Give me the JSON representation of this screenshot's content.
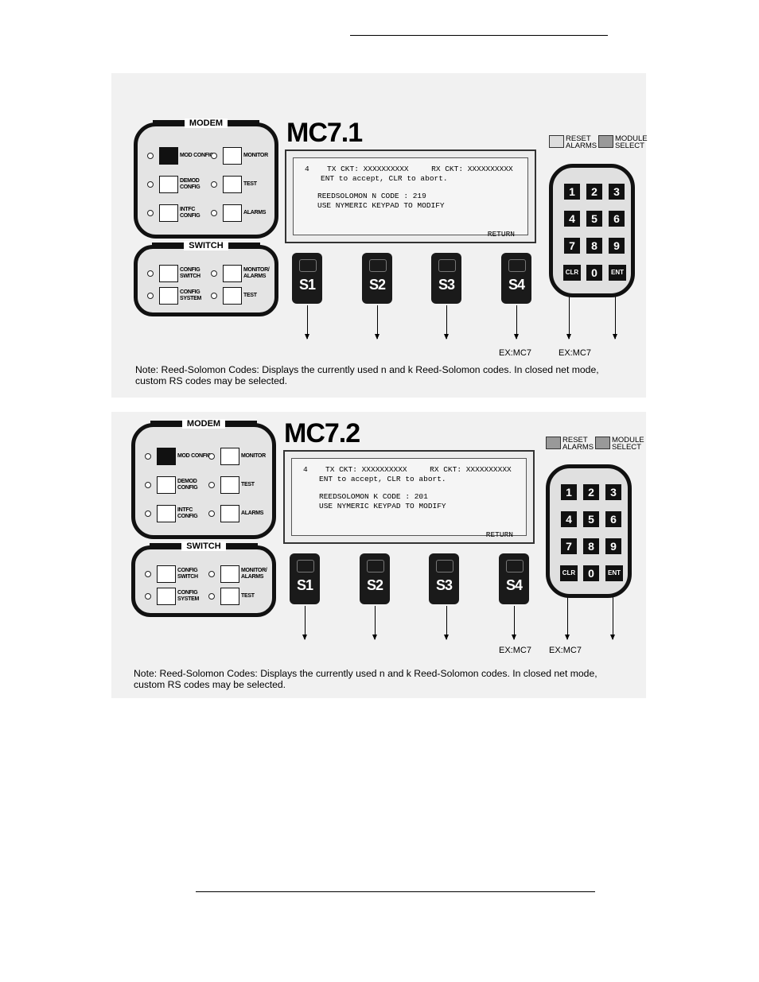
{
  "figures": [
    {
      "title": "MC7.1",
      "modem": {
        "title": "MODEM",
        "keys": [
          "MOD CONFIG",
          "MONITOR",
          "DEMOD CONFIG",
          "TEST",
          "INTFC CONFIG",
          "ALARMS"
        ]
      },
      "switch": {
        "title": "SWITCH",
        "keys": [
          "CONFIG SWITCH",
          "MONITOR/ ALARMS",
          "CONFIG SYSTEM",
          "TEST"
        ]
      },
      "display": {
        "line1_num": "4",
        "line1": "TX CKT: XXXXXXXXXX     RX CKT: XXXXXXXXXX",
        "line2": "ENT to accept, CLR to abort.",
        "line3": "REEDSOLOMON N CODE : 219",
        "line4": "USE NYMERIC KEYPAD TO MODIFY",
        "return": "RETURN"
      },
      "softkeys": [
        "S1",
        "S2",
        "S3",
        "S4"
      ],
      "legend": {
        "reset": "RESET ALARMS",
        "module": "MODULE SELECT"
      },
      "keypad": [
        "1",
        "2",
        "3",
        "4",
        "5",
        "6",
        "7",
        "8",
        "9",
        "CLR",
        "0",
        "ENT"
      ],
      "ex_s4": "EX:MC7",
      "ex_clr": "EX:MC7",
      "note": "Note: Reed-Solomon Codes: Displays the currently used n and k Reed-Solomon codes. In closed net mode, custom RS codes may be selected."
    },
    {
      "title": "MC7.2",
      "modem": {
        "title": "MODEM",
        "keys": [
          "MOD CONFIG",
          "MONITOR",
          "DEMOD CONFIG",
          "TEST",
          "INTFC CONFIG",
          "ALARMS"
        ]
      },
      "switch": {
        "title": "SWITCH",
        "keys": [
          "CONFIG SWITCH",
          "MONITOR/ ALARMS",
          "CONFIG SYSTEM",
          "TEST"
        ]
      },
      "display": {
        "line1_num": "4",
        "line1": "TX CKT: XXXXXXXXXX     RX CKT: XXXXXXXXXX",
        "line2": "ENT to accept, CLR to abort.",
        "line3": "REEDSOLOMON K CODE : 201",
        "line4": "USE NYMERIC KEYPAD TO MODIFY",
        "return": "RETURN"
      },
      "softkeys": [
        "S1",
        "S2",
        "S3",
        "S4"
      ],
      "legend": {
        "reset": "RESET ALARMS",
        "module": "MODULE SELECT"
      },
      "keypad": [
        "1",
        "2",
        "3",
        "4",
        "5",
        "6",
        "7",
        "8",
        "9",
        "CLR",
        "0",
        "ENT"
      ],
      "ex_s4": "EX:MC7",
      "ex_clr": "EX:MC7",
      "note": "Note: Reed-Solomon Codes: Displays the currently used n and k Reed-Solomon codes. In closed net mode, custom RS codes may be selected."
    }
  ]
}
